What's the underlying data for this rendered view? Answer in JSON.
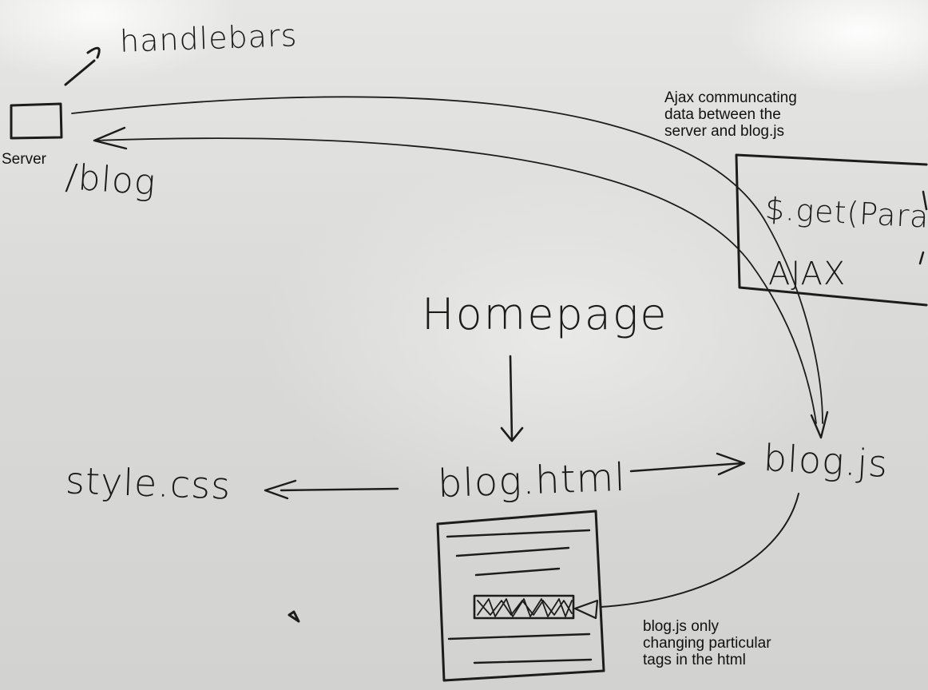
{
  "handwritten": {
    "handlebars": "handlebars",
    "blog_route": "/blog",
    "homepage": "Homepage",
    "style_css": "style.css",
    "blog_html": "blog.html",
    "blog_js": "blog.js",
    "get_params": "$.get(Params",
    "ajax": "AJAX"
  },
  "labels": {
    "server": "Server",
    "ajax_note": [
      "Ajax communcating",
      "data between the",
      "server and blog.js"
    ],
    "blogjs_note": [
      "blog.js only",
      "changing particular",
      "tags in the html"
    ]
  },
  "colors": {
    "ink": "#1c1c1c",
    "board": "#dadad8"
  }
}
